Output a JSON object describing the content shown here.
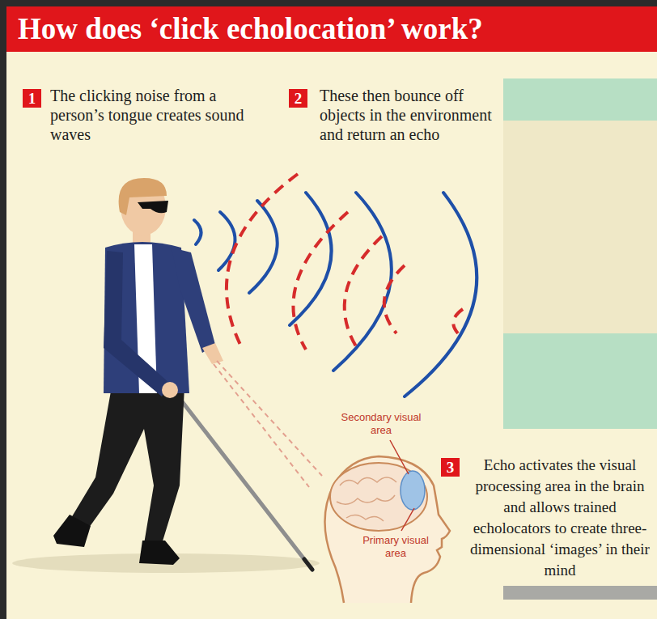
{
  "diagram": {
    "title": "How does ‘click echolocation’ work?",
    "labels": [
      "1",
      "The clicking noise from a person’s tongue creates sound waves",
      "2",
      "These then bounce off objects in the environment and return an echo",
      "Secondary visual area",
      "Primary visual area",
      "3",
      "Echo activates the visual processing area in the brain and allows trained echolocators to create three-dimensional ‘images’ in their mind"
    ]
  }
}
